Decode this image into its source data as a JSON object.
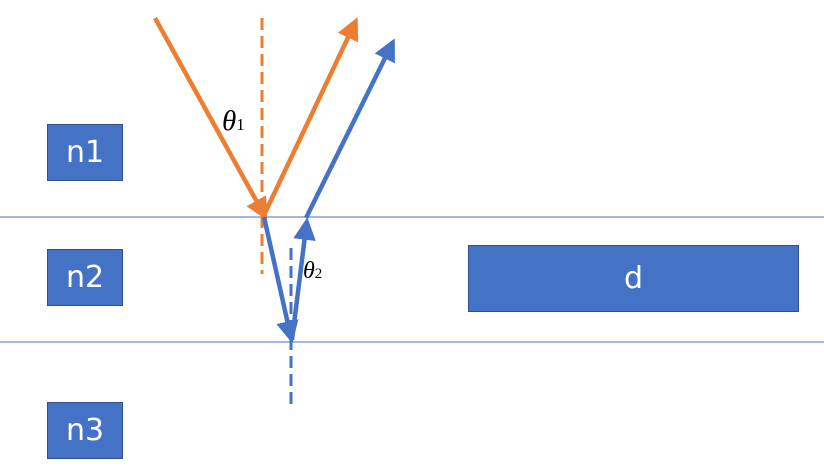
{
  "labels": {
    "n1": "n1",
    "n2": "n2",
    "n3": "n3",
    "d": "d",
    "theta1_symbol": "θ",
    "theta1_subscript": "1",
    "theta2_symbol": "θ",
    "theta2_subscript": "2"
  },
  "colors": {
    "layer_box_fill": "#4472c4",
    "layer_box_border": "#2f528f",
    "layer_box_text": "#ffffff",
    "interface_line": "#4472c4",
    "outer_ray": "#ed7d31",
    "inner_ray": "#4472c4"
  },
  "icons": {
    "incident_ray": "arrow-icon",
    "reflected_ray": "arrow-icon",
    "refracted_ray": "arrow-icon",
    "normal_line": "dashed-line"
  }
}
